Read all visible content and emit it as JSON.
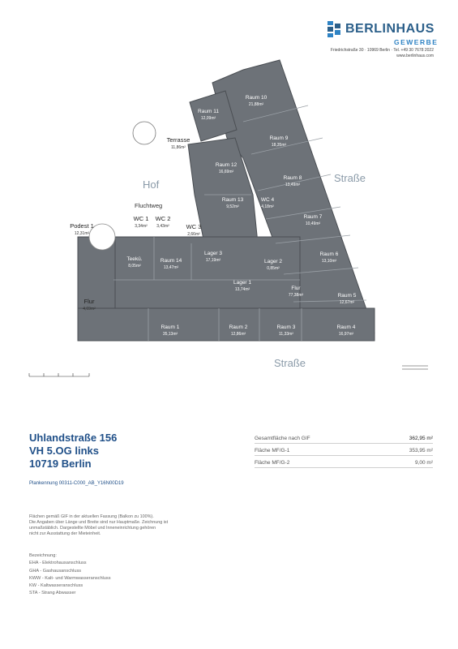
{
  "header": {
    "brand_name": "BERLINHAUS",
    "brand_sub": "GEWERBE",
    "address": "Friedrichstraße 30 · 10969 Berlin · Tel. +49 30 7678 2022",
    "web": "www.berlinhaus.com",
    "brand_color": "#2b5f8a",
    "accent_color": "#2f83c4"
  },
  "plan": {
    "label_hof": "Hof",
    "label_strasse_east": "Straße",
    "label_strasse_south": "Straße",
    "fluchtweg": "Fluchtweg",
    "fill_color": "#6d7278",
    "rooms": [
      {
        "name": "Raum 10",
        "area": "21,88m²"
      },
      {
        "name": "Raum 11",
        "area": "12,09m²"
      },
      {
        "name": "Terrasse",
        "area": "11,86m²"
      },
      {
        "name": "Raum 9",
        "area": "18,35m²"
      },
      {
        "name": "Raum 12",
        "area": "16,69m²"
      },
      {
        "name": "Raum 8",
        "area": "13,49m²"
      },
      {
        "name": "Raum 13",
        "area": "9,52m²"
      },
      {
        "name": "WC 4",
        "area": "4,18m²"
      },
      {
        "name": "Raum 7",
        "area": "10,49m²"
      },
      {
        "name": "WC 1",
        "area": "3,34m²"
      },
      {
        "name": "WC 2",
        "area": "3,43m²"
      },
      {
        "name": "WC 3",
        "area": "2,66m²"
      },
      {
        "name": "Podest 1",
        "area": "12,31m²"
      },
      {
        "name": "Teekü.",
        "area": "8,05m²"
      },
      {
        "name": "Raum 14",
        "area": "13,47m²"
      },
      {
        "name": "Lager 3",
        "area": "17,19m²"
      },
      {
        "name": "Lager 2",
        "area": "0,85m²"
      },
      {
        "name": "Raum 6",
        "area": "13,10m²"
      },
      {
        "name": "Lager 1",
        "area": "13,74m²"
      },
      {
        "name": "Flur",
        "area": "77,38m²"
      },
      {
        "name": "Raum 5",
        "area": "12,67m²"
      },
      {
        "name": "Flur",
        "area": "4,69m²"
      },
      {
        "name": "Raum 1",
        "area": "35,13m²"
      },
      {
        "name": "Raum 2",
        "area": "12,86m²"
      },
      {
        "name": "Raum 3",
        "area": "11,33m²"
      },
      {
        "name": "Raum 4",
        "area": "16,97m²"
      }
    ]
  },
  "address_block": {
    "line1": "Uhlandstraße 156",
    "line2": "VH 5.OG links",
    "line3": "10719 Berlin"
  },
  "areas": [
    {
      "label": "Gesamtfläche nach GIF",
      "value": "362,95 m²"
    },
    {
      "label": "Fläche MF/G-1",
      "value": "353,95 m²"
    },
    {
      "label": "Fläche MF/G-2",
      "value": "9,00 m²"
    }
  ],
  "plankennung": "Plankennung 00311-C000_AB_Y16N00D19",
  "notes": [
    "Flächen gemäß GIF in der aktuellen Fassung (Balkon zu 100%).",
    "Die Angaben über Länge und Breite sind nur Hauptmaße. Zeichnung ist",
    "unmaßstäblich. Dargestellte Möbel und Inneneinrichtung gehören",
    "nicht zur Ausstattung der Mieteinheit."
  ],
  "legend": {
    "title": "Bezeichnung:",
    "items": [
      "EHA - Elektrohausanschluss",
      "GHA - Gashausanschluss",
      "KWW - Kalt- und Warmwasseranschluss",
      "KW - Kaltwasseranschluss",
      "STA - Strang Abwasser"
    ]
  }
}
